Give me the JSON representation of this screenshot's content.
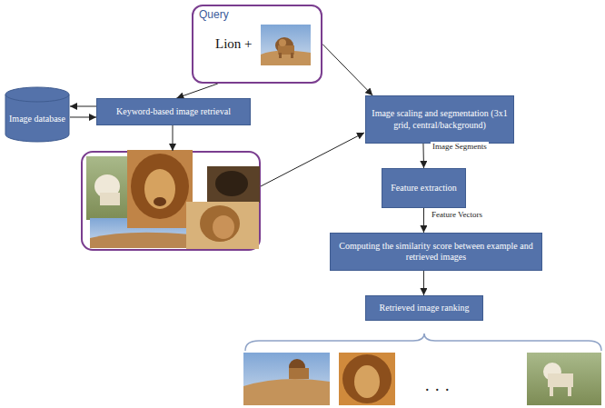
{
  "diagram": {
    "nodes": [
      {
        "text": [
          "Query",
          "Lion +"
        ]
      },
      {
        "text": [
          "Image database"
        ]
      },
      {
        "text": [
          "Keyword-based image retrieval"
        ]
      },
      {
        "text": [
          "Image scaling and segmentation (3x1 grid, central/background)"
        ]
      },
      {
        "text": [
          "Feature extraction"
        ]
      },
      {
        "text": [
          "Computing the similarity score between example and retrieved images"
        ]
      },
      {
        "text": [
          "Retrieved image ranking"
        ]
      }
    ],
    "edges": [
      {
        "from": 0,
        "to": 2,
        "arrow": "to"
      },
      {
        "from": 0,
        "to": 3,
        "arrow": "to"
      },
      {
        "from": 2,
        "to": 1,
        "arrow": "to"
      },
      {
        "from": 1,
        "to": 2,
        "arrow": "to"
      },
      {
        "from": 3,
        "to": 4,
        "label": "Image Segments",
        "arrow": "to"
      },
      {
        "from": 4,
        "to": 5,
        "label": "Feature Vectors",
        "arrow": "to"
      },
      {
        "from": 5,
        "to": 6,
        "arrow": "to"
      }
    ],
    "labels": [
      ". . ."
    ]
  }
}
